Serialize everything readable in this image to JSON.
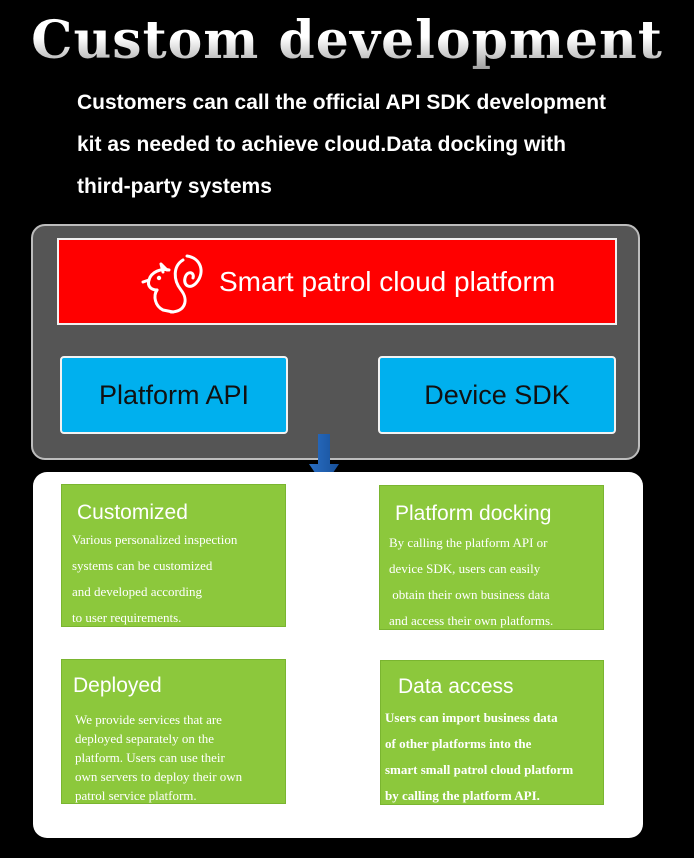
{
  "header": {
    "title": "Custom development",
    "description_lines": [
      "Customers can call the official API SDK development",
      "kit as needed to achieve cloud.Data docking with",
      "third-party systems"
    ]
  },
  "platform": {
    "name": "Smart patrol cloud platform",
    "logo_icon": "squirrel-icon",
    "modules": [
      "Platform API",
      "Device SDK"
    ]
  },
  "arrow_icon": "down-arrow-icon",
  "cards": [
    {
      "title": "Customized",
      "lines": [
        "Various personalized inspection",
        "systems can be customized",
        "and developed according",
        "to user requirements."
      ]
    },
    {
      "title": "Platform docking",
      "lines": [
        "By calling the platform API or",
        "device SDK, users can easily",
        " obtain their own business data",
        "and access their own platforms."
      ]
    },
    {
      "title": "Deployed",
      "lines": [
        "We provide services that are",
        "deployed separately on the",
        "platform. Users can use their",
        "own servers to deploy their own",
        "patrol service platform."
      ]
    },
    {
      "title": "Data access",
      "lines": [
        "Users can import business data",
        "of other platforms into the",
        "smart small patrol cloud platform",
        "by calling the platform API."
      ]
    }
  ],
  "colors": {
    "background": "#000000",
    "platform_box": "#555555",
    "banner": "#ff0000",
    "module_button": "#00b0ee",
    "card": "#8cc83c",
    "arrow": "#1f5fb0"
  }
}
